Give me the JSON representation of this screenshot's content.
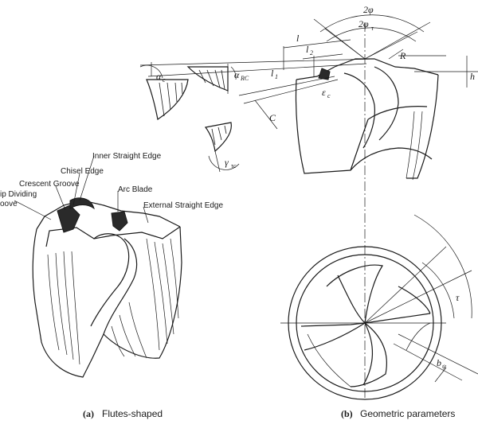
{
  "figure_a": {
    "labels": {
      "inner_straight_edge": "Inner Straight Edge",
      "chisel_edge": "Chisel Edge",
      "crescent_groove": "Crescent Groove",
      "chip_dividing_groove_1": "ip Dividing",
      "chip_dividing_groove_2": "oove",
      "arc_blade": "Arc Blade",
      "external_straight_edge": "External Straight Edge"
    },
    "caption_letter": "(a)",
    "caption_text": "Flutes-shaped"
  },
  "figure_b": {
    "symbols": {
      "two_phi": "2φ",
      "two_phi_tau": "2φ",
      "two_phi_tau_sub": "τ",
      "l": "l",
      "l2": "l",
      "l2_sub": "2",
      "l1": "l",
      "l1_sub": "1",
      "R": "R",
      "h": "h",
      "alpha_c": "α",
      "alpha_c_sub": "c",
      "alpha_rc": "α",
      "alpha_rc_sub": "RC",
      "epsilon_c": "ε",
      "epsilon_c_sub": "c",
      "C": "C",
      "gamma_tc": "γ",
      "gamma_tc_sub": "τc",
      "tau": "τ",
      "b_psi": "b",
      "b_psi_sub": "ψ"
    },
    "caption_letter": "(b)",
    "caption_text": "Geometric parameters"
  }
}
